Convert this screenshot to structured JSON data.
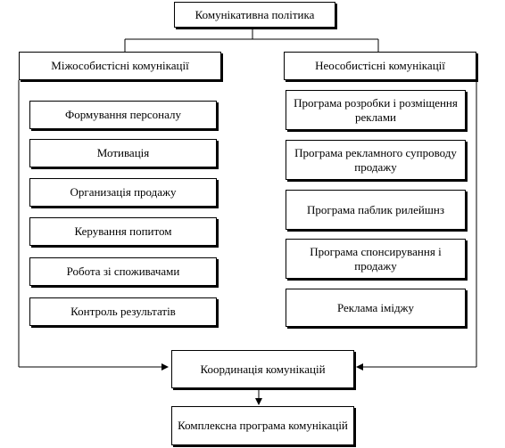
{
  "diagram": {
    "root": "Комунікативна політика",
    "left_branch": "Міжособистісні комунікації",
    "right_branch": "Неособистісні комунікації",
    "left_items": [
      "Формування персоналу",
      "Мотивація",
      "Организація продажу",
      "Керування попитом",
      "Робота зі споживачами",
      "Контроль результатів"
    ],
    "right_items": [
      "Програма розробки і розміщення реклами",
      "Програма рекламного супроводу продажу",
      "Програма паблик рилейшнз",
      "Програма спонсирування і продажу",
      "Реклама іміджу"
    ],
    "coordination": "Координація комунікацій",
    "final": "Комплексна програма комунікацій"
  }
}
